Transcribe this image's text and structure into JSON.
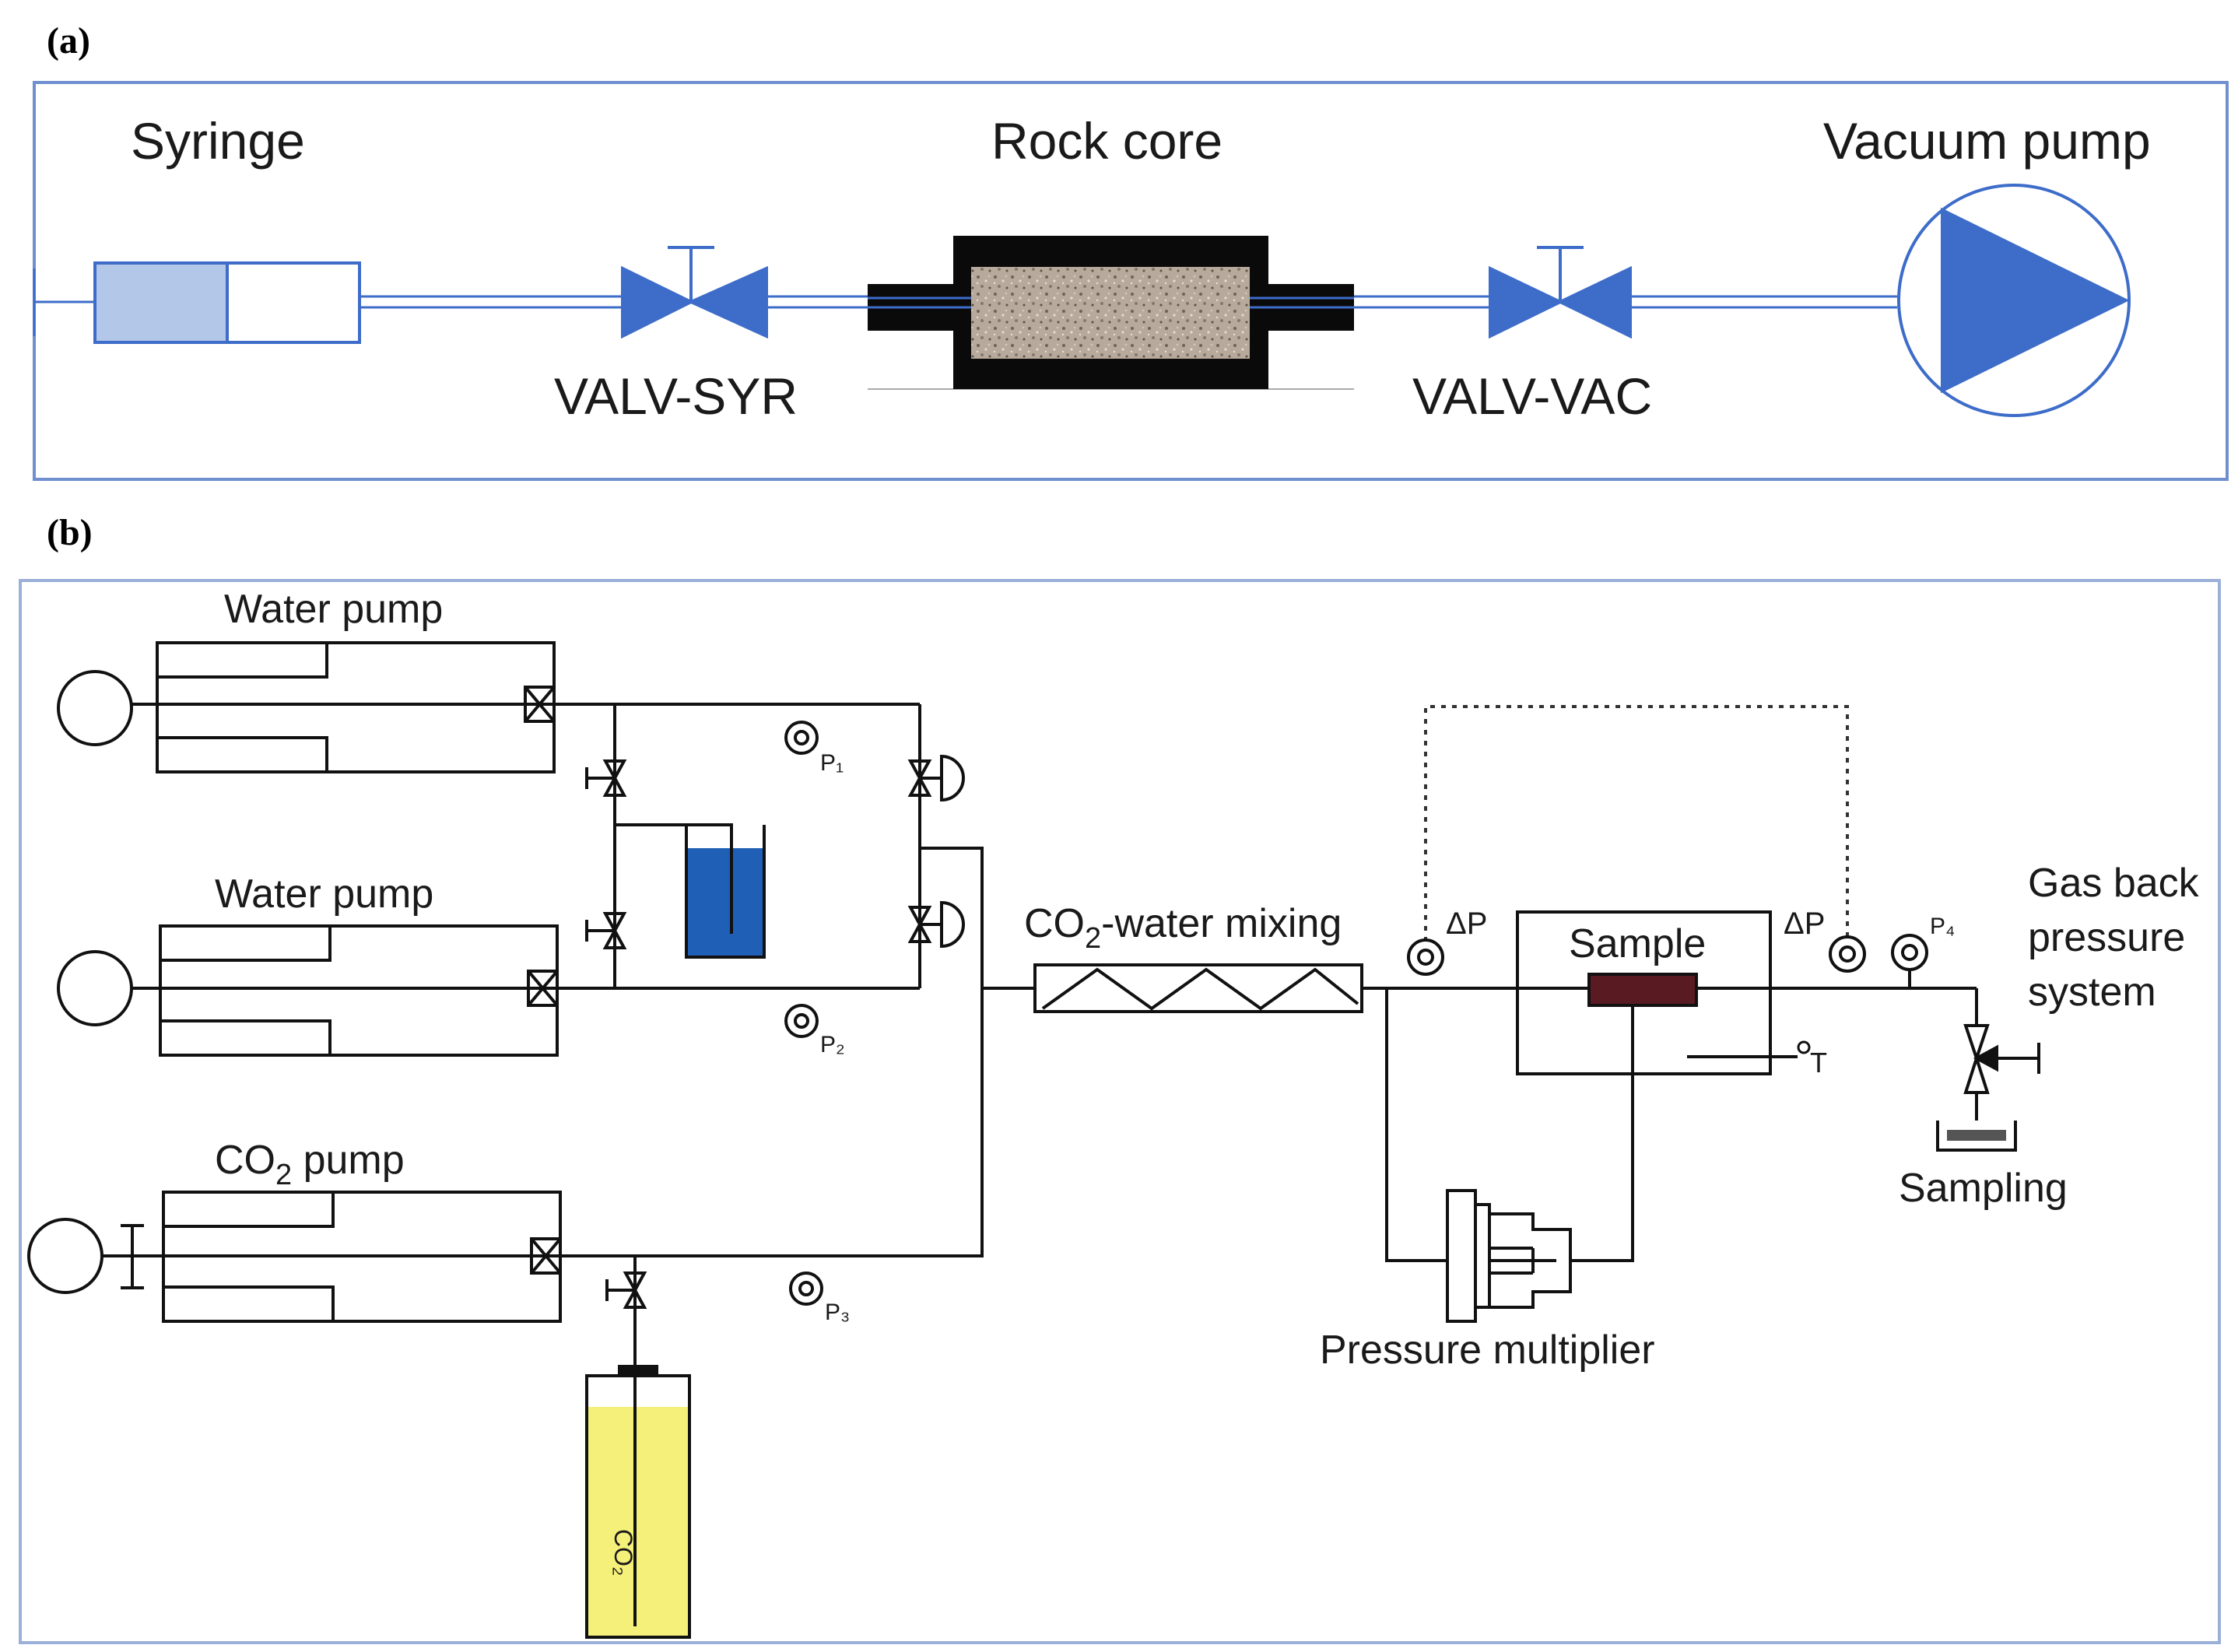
{
  "panel_a": {
    "label": "(a)",
    "syringe": "Syringe",
    "rock_core": "Rock core",
    "vacuum_pump": "Vacuum pump",
    "valve_syr": "VALV-SYR",
    "valve_vac": "VALV-VAC"
  },
  "panel_b": {
    "label": "(b)",
    "water_pump_1": "Water pump",
    "water_pump_2": "Water pump",
    "co2_pump_main": "CO",
    "co2_pump_sub": "2",
    "co2_pump_rest": " pump",
    "mixing_main": "CO",
    "mixing_sub": "2",
    "mixing_rest": "-water mixing",
    "sample": "Sample",
    "delta_p_in": "ΔP",
    "delta_p_out": "ΔP",
    "p1": "P₁",
    "p2": "P₂",
    "p3": "P₃",
    "p4": "P₄",
    "t": "T",
    "gas_back_1": "Gas back",
    "gas_back_2": "pressure",
    "gas_back_3": "system",
    "sampling": "Sampling",
    "pressure_multiplier": "Pressure multiplier",
    "co2_cylinder": "CO₂"
  },
  "colors": {
    "blue": "#3d6cc9",
    "light_blue": "#b3c7e8",
    "frame": "#6f8fcf",
    "water": "#1f5fb6",
    "sample": "#5a1a22",
    "cylinder": "#f5f07a"
  }
}
